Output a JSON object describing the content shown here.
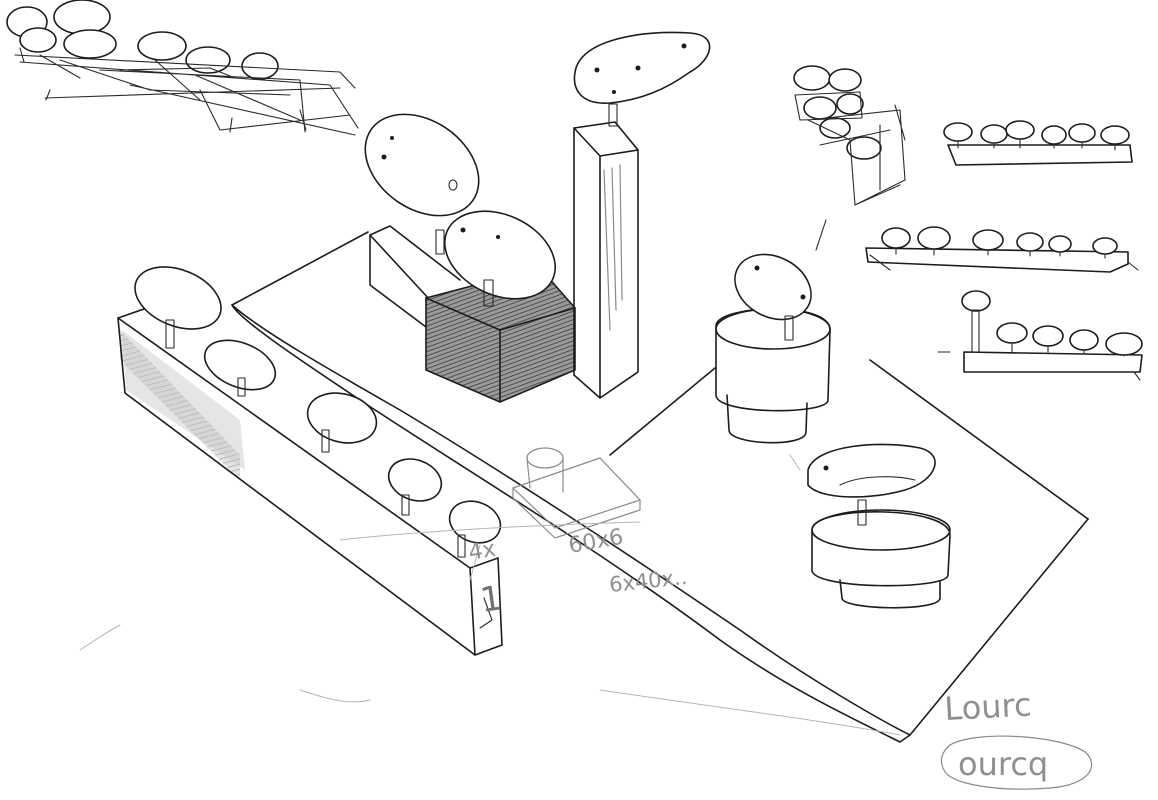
{
  "annotations": {
    "number_one": "1",
    "dimension_4x": "4x",
    "dimension_60x6": "60x6",
    "dimension_6x40x": "6x40x..",
    "word_lourc": "Lourc",
    "word_ourcq": "ourcq"
  },
  "colors": {
    "ink": "#1c1c1c",
    "pencil": "#8a8a8a",
    "shading": "#555555",
    "paper": "#ffffff"
  }
}
